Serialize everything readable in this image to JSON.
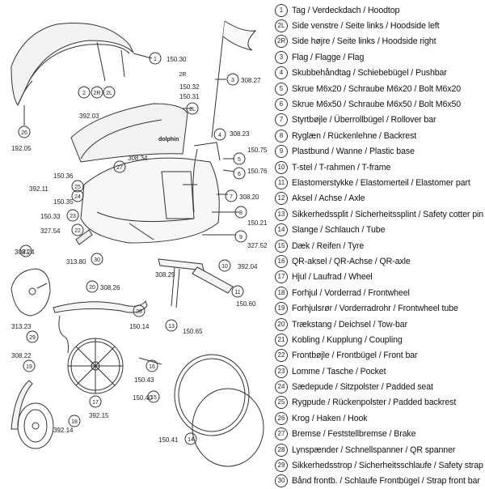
{
  "legend": [
    {
      "num": "1",
      "text": "Tag / Verdeckdach / Hoodtop"
    },
    {
      "num": "2L",
      "text": "Side venstre / Seite links / Hoodside left"
    },
    {
      "num": "2R",
      "text": "Side højre / Seite links / Hoodside right"
    },
    {
      "num": "3",
      "text": "Flag / Flagge / Flag"
    },
    {
      "num": "4",
      "text": "Skubbehåndtag / Schiebebügel / Pushbar"
    },
    {
      "num": "5",
      "text": "Skrue M6x20 / Schraube M6x20 / Bolt M6x20"
    },
    {
      "num": "6",
      "text": "Skrue M6x50 / Schraube M6x50 / Bolt M6x50"
    },
    {
      "num": "7",
      "text": "Styrtbøjle / Überrollbügel / Rollover bar"
    },
    {
      "num": "8",
      "text": "Ryglæn / Rückenlehne / Backrest"
    },
    {
      "num": "9",
      "text": "Plastbund / Wanne / Plastic base"
    },
    {
      "num": "10",
      "text": "T-stel / T-rahmen / T-frame"
    },
    {
      "num": "11",
      "text": "Elastomerstykke / Elastomerteil / Elastomer part"
    },
    {
      "num": "12",
      "text": "Aksel / Achse / Axle"
    },
    {
      "num": "13",
      "text": "Sikkerhedssplit / Sicherheitssplint / Safety cotter pin"
    },
    {
      "num": "14",
      "text": "Slange / Schlauch / Tube"
    },
    {
      "num": "15",
      "text": "Dæk / Reifen / Tyre"
    },
    {
      "num": "16",
      "text": "QR-aksel / QR-Achse / QR-axle"
    },
    {
      "num": "17",
      "text": "Hjul / Laufrad / Wheel"
    },
    {
      "num": "18",
      "text": "Forhjul / Vorderrad / Frontwheel"
    },
    {
      "num": "19",
      "text": "Forhjulsrør / Vorderradrohr / Frontwheel tube"
    },
    {
      "num": "20",
      "text": "Trækstang / Deichsel / Tow-bar"
    },
    {
      "num": "21",
      "text": "Kobling / Kupplung / Coupling"
    },
    {
      "num": "22",
      "text": "Frontbøjle / Frontbügel / Front bar"
    },
    {
      "num": "23",
      "text": "Lomme / Tasche / Pocket"
    },
    {
      "num": "24",
      "text": "Sædepude / Sitzpolster / Padded seat"
    },
    {
      "num": "25",
      "text": "Rygpude / Rückenpolster / Padded backrest"
    },
    {
      "num": "26",
      "text": "Krog / Haken / Hook"
    },
    {
      "num": "27",
      "text": "Bremse / Feststellbremse / Brake"
    },
    {
      "num": "28",
      "text": "Lynspænder / Schnellspanner / QR spanner"
    },
    {
      "num": "29",
      "text": "Sikkerhedsstrop / Sicherheitsschlaufe / Safety strap"
    },
    {
      "num": "30",
      "text": "Bånd frontb. / Schlaufe Frontbügel / Strap front bar"
    }
  ],
  "diagram": {
    "part_codes": [
      "150.30",
      "150.32",
      "150.31",
      "308.27",
      "392.03",
      "192.05",
      "308.23",
      "150.75",
      "150.76",
      "308.34",
      "150.36",
      "392.11",
      "150.35",
      "308.20",
      "150.33",
      "327.54",
      "150.21",
      "327.52",
      "313.80",
      "308.24",
      "392.04",
      "308.25",
      "150.60",
      "308.26",
      "150.14",
      "150.65",
      "313.23",
      "308.22",
      "150.43",
      "150.40",
      "392.15",
      "392.14",
      "150.41"
    ],
    "callouts": [
      "1",
      "2R",
      "2L",
      "3",
      "2",
      "2L",
      "26",
      "4",
      "5",
      "6",
      "27",
      "25",
      "24",
      "7",
      "23",
      "8",
      "22",
      "9",
      "30",
      "21",
      "10",
      "11",
      "20",
      "28",
      "13",
      "29",
      "19",
      "16",
      "15",
      "17",
      "18",
      "14",
      "2R"
    ],
    "brand_text": "dolphin"
  }
}
